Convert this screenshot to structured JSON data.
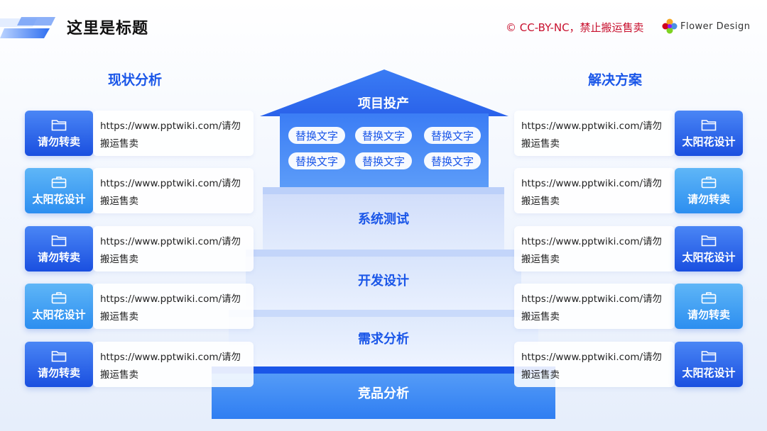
{
  "header": {
    "title": "这里是标题",
    "copyright": "© CC-BY-NC，禁止搬运售卖",
    "brand": "Flower Design"
  },
  "left": {
    "heading": "现状分析",
    "items": [
      {
        "tag": "请勿转卖",
        "icon": "folder-icon",
        "text1": "https://www.pptwiki.com/请勿",
        "text2": "搬运售卖"
      },
      {
        "tag": "太阳花设计",
        "icon": "briefcase-icon",
        "text1": "https://www.pptwiki.com/请勿",
        "text2": "搬运售卖"
      },
      {
        "tag": "请勿转卖",
        "icon": "folder-icon",
        "text1": "https://www.pptwiki.com/请勿",
        "text2": "搬运售卖"
      },
      {
        "tag": "太阳花设计",
        "icon": "briefcase-icon",
        "text1": "https://www.pptwiki.com/请勿",
        "text2": "搬运售卖"
      },
      {
        "tag": "请勿转卖",
        "icon": "folder-icon",
        "text1": "https://www.pptwiki.com/请勿",
        "text2": "搬运售卖"
      }
    ]
  },
  "right": {
    "heading": "解决方案",
    "items": [
      {
        "tag": "太阳花设计",
        "icon": "folder-icon",
        "text1": "https://www.pptwiki.com/请勿",
        "text2": "搬运售卖"
      },
      {
        "tag": "请勿转卖",
        "icon": "briefcase-icon",
        "text1": "https://www.pptwiki.com/请勿",
        "text2": "搬运售卖"
      },
      {
        "tag": "太阳花设计",
        "icon": "folder-icon",
        "text1": "https://www.pptwiki.com/请勿",
        "text2": "搬运售卖"
      },
      {
        "tag": "请勿转卖",
        "icon": "briefcase-icon",
        "text1": "https://www.pptwiki.com/请勿",
        "text2": "搬运售卖"
      },
      {
        "tag": "太阳花设计",
        "icon": "folder-icon",
        "text1": "https://www.pptwiki.com/请勿",
        "text2": "搬运售卖"
      }
    ]
  },
  "stairs": {
    "house_label": "项目投产",
    "pills": [
      "替换文字",
      "替换文字",
      "替换文字",
      "替换文字",
      "替换文字",
      "替换文字"
    ],
    "steps": [
      "系统测试",
      "开发设计",
      "需求分析",
      "竞品分析"
    ]
  },
  "colors": {
    "accent": "#1a56e8",
    "copyright": "#c8102e"
  }
}
